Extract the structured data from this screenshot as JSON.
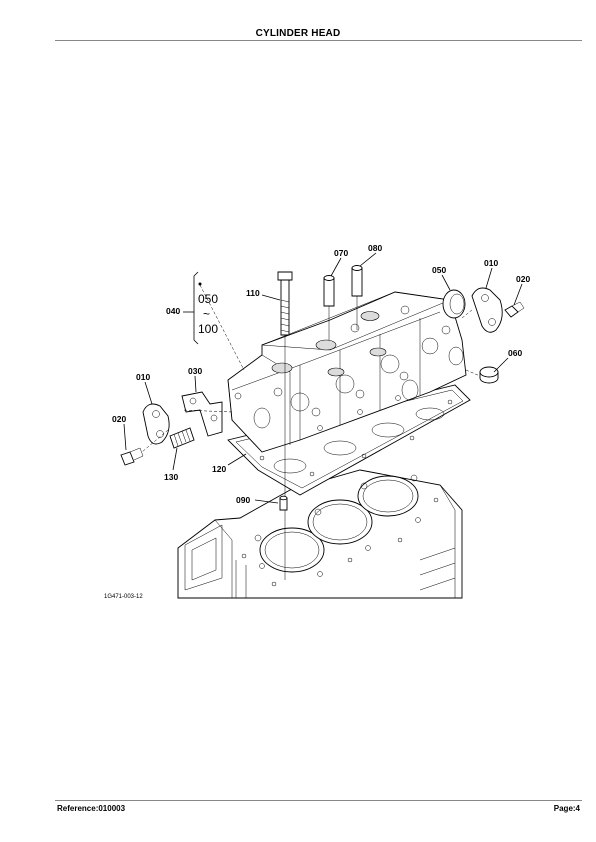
{
  "header": {
    "title": "CYLINDER HEAD"
  },
  "footer": {
    "reference": "Reference:010003",
    "page": "Page:4"
  },
  "diagram": {
    "figure_code": "1G471-003-12",
    "labels": {
      "p010_right": "010",
      "p010_left": "010",
      "p020_right": "020",
      "p020_left": "020",
      "p030": "030",
      "p040": "040",
      "p050": "050",
      "p060": "060",
      "p070": "070",
      "p080": "080",
      "p090": "090",
      "p110": "110",
      "p120": "120",
      "p130": "130",
      "range_start": "050",
      "range_sep": "~",
      "range_end": "100"
    }
  }
}
